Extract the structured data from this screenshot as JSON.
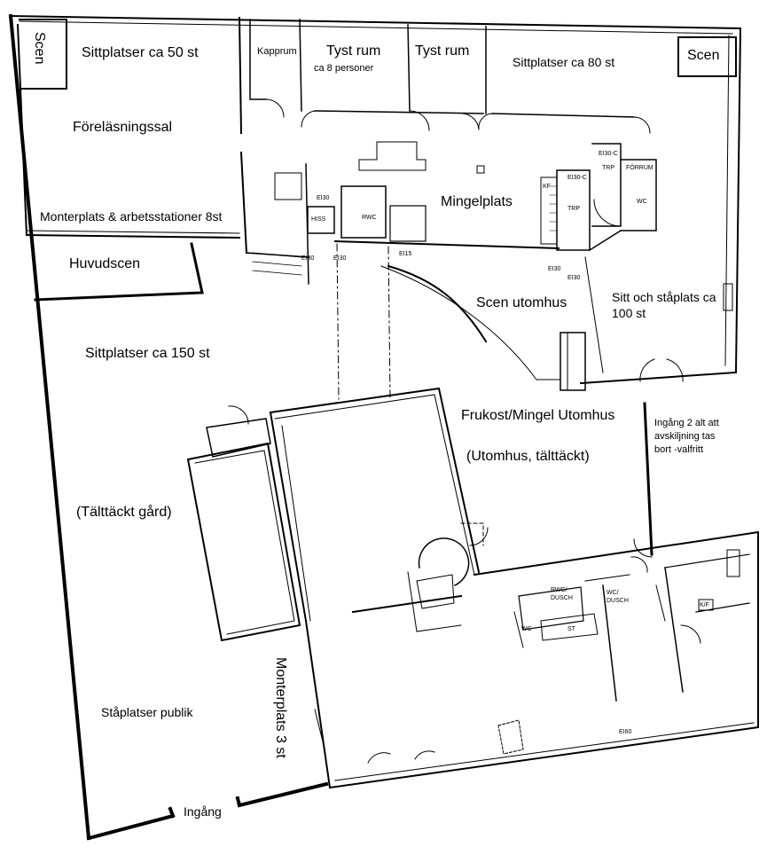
{
  "labels": {
    "scen_left": "Scen",
    "sittplatser_50": "Sittplatser ca 50 st",
    "forelasningssal": "Föreläsningssal",
    "monterplats_8": "Monterplats & arbetsstationer 8st",
    "huvudscen": "Huvudscen",
    "sittplatser_150": "Sittplatser ca 150 st",
    "talttackt_gard": "(Tälttäckt gård)",
    "staplatser_publik": "Ståplatser publik",
    "monterplats_3": "Monterplats 3 st",
    "ingang": "Ingång",
    "kapprum": "Kapprum",
    "tyst_rum_1": "Tyst rum",
    "ca_8_personer": "ca 8 personer",
    "tyst_rum_2": "Tyst rum",
    "sittplatser_80": "Sittplatser ca 80 st",
    "scen_right": "Scen",
    "mingelplats": "Mingelplats",
    "scen_utomhus": "Scen utomhus",
    "sitt_staplats": "Sitt och ståplats ca",
    "sitt_staplats_2": "100 st",
    "frukost_mingel": "Frukost/Mingel Utomhus",
    "utomhus_talttackt": "(Utomhus, tälttäckt)",
    "ingang_2_a": "Ingång 2 alt att",
    "ingang_2_b": "avskiljning tas",
    "ingang_2_c": "bort -valfritt"
  },
  "small_marks": {
    "hiss": "HISS",
    "rwc": "RWC",
    "ei30_a": "EI30",
    "ei30_b": "EI30",
    "ei30_c": "EI30",
    "ei30_d": "EI30-C",
    "ei30_e": "EI30-C",
    "ei30_f": "EI30",
    "ei30_g": "EI30",
    "ei15": "EI15",
    "trp_1": "TRP",
    "trp_2": "TRP",
    "forrum": "FÖRRUM",
    "wc_1": "WC",
    "kf": "KF",
    "rwc_dusch_1": "RWC/",
    "rwc_dusch_2": "DUSCH",
    "wc_dusch_1": "WC/",
    "wc_dusch_2": "DUSCH",
    "wc_2": "WC",
    "st": "ST",
    "kf_2": "K/F",
    "ei60": "EI60"
  },
  "colors": {
    "wall": "#000000",
    "background": "#ffffff"
  }
}
